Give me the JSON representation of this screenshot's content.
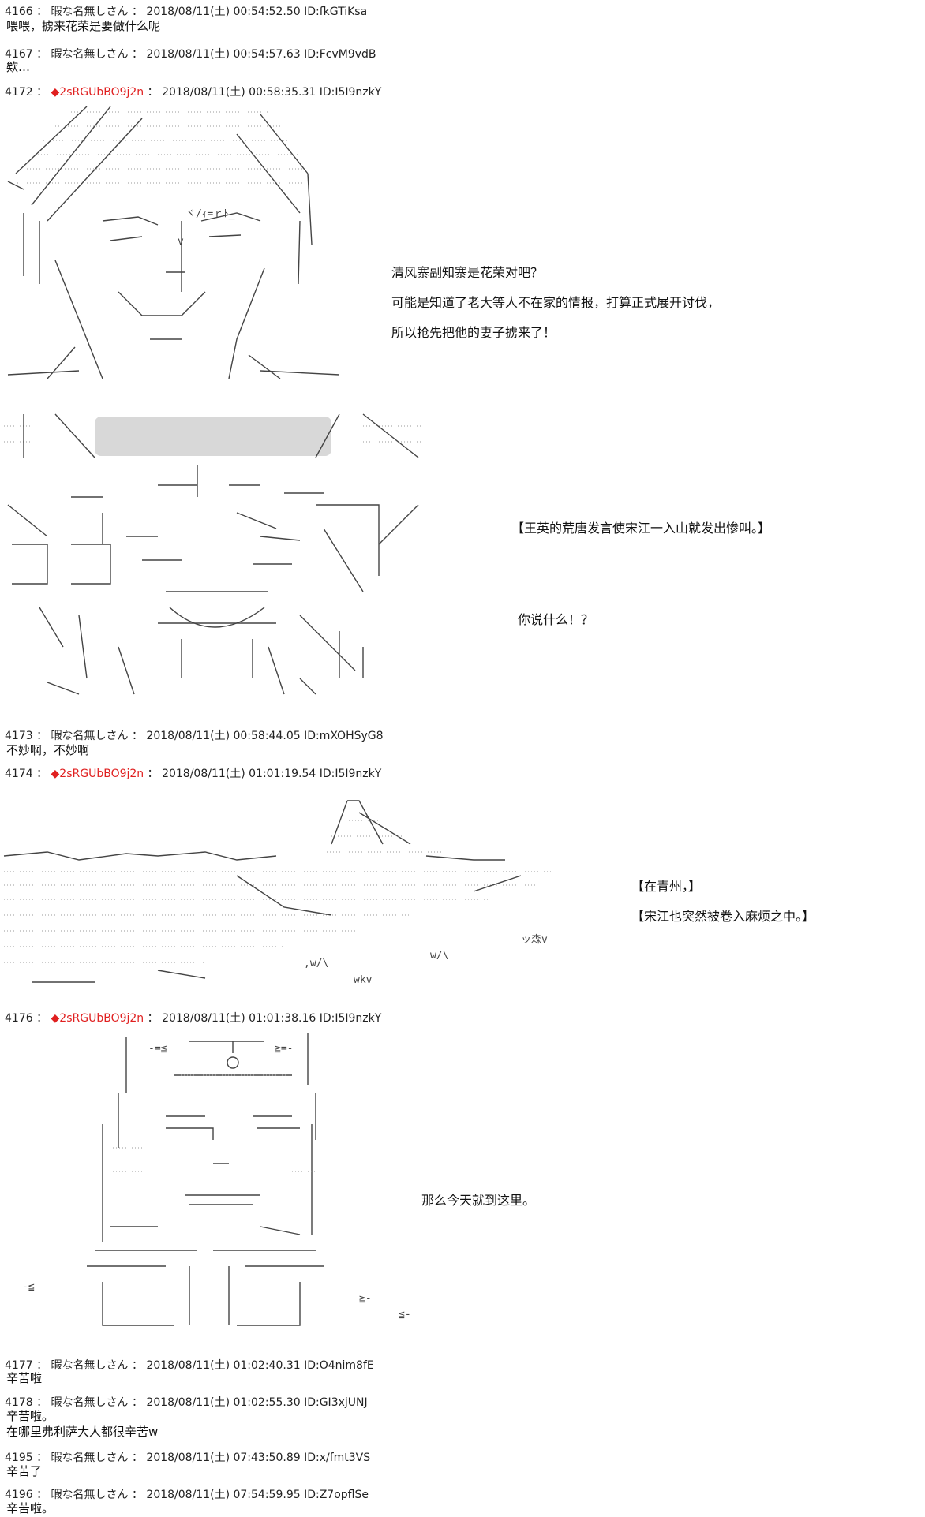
{
  "posts": [
    {
      "header": "4166 ： 暇な名無しさん ： 2018/08/11(土) 00:54:52.50 ID:fkGTiKsa",
      "lines": [
        "喂喂，掳来花荣是要做什么呢"
      ]
    },
    {
      "header": "4167 ： 暇な名無しさん ： 2018/08/11(土) 00:54:57.63 ID:FcvM9vdB",
      "lines": [
        "欸…"
      ]
    },
    {
      "header_pre": "4172 ： ",
      "trip": "◆2sRGUbBO9j2n",
      "header_post": " ： 2018/08/11(土) 00:58:35.31 ID:I5I9nzkY"
    },
    {
      "header": "4173 ： 暇な名無しさん ： 2018/08/11(土) 00:58:44.05 ID:mXOHSyG8",
      "lines": [
        "不妙啊，不妙啊"
      ]
    },
    {
      "header_pre": "4174 ： ",
      "trip": "◆2sRGUbBO9j2n",
      "header_post": " ： 2018/08/11(土) 01:01:19.54 ID:I5I9nzkY"
    },
    {
      "header_pre": "4176 ： ",
      "trip": "◆2sRGUbBO9j2n",
      "header_post": " ： 2018/08/11(土) 01:01:38.16 ID:I5I9nzkY"
    },
    {
      "header": "4177 ： 暇な名無しさん ： 2018/08/11(土) 01:02:40.31 ID:O4nim8fE",
      "lines": [
        "辛苦啦"
      ]
    },
    {
      "header": "4178 ： 暇な名無しさん ： 2018/08/11(土) 01:02:55.30 ID:GI3xjUNJ",
      "lines": [
        "辛苦啦。",
        "在哪里弗利萨大人都很辛苦w"
      ]
    },
    {
      "header": "4195 ： 暇な名無しさん ： 2018/08/11(土) 07:43:50.89 ID:x/fmt3VS",
      "lines": [
        "辛苦了"
      ]
    },
    {
      "header": "4196 ： 暇な名無しさん ： 2018/08/11(土) 07:54:59.95 ID:Z7opflSe",
      "lines": [
        "辛苦啦。"
      ]
    }
  ],
  "dialogs": {
    "a1": "清风寨副知寨是花荣对吧？",
    "a2": "可能是知道了老大等人不在家的情报，打算正式展开讨伐，",
    "a3": "所以抢先把他的妻子掳来了！",
    "b1": "【王英的荒唐发言使宋江一入山就发出惨叫。】",
    "b2": "你说什么！？",
    "c1": "【在青州，】",
    "c2": "【宋江也突然被卷入麻烦之中。】",
    "d1": "那么今天就到这里。"
  },
  "aa_text": {
    "ok": "ヾ/ｨ=ｒﾄ_",
    "v": "v",
    "sound1": "ッ森v",
    "wkv": "wkv",
    "w1": ",w/\\",
    "w2": "w/\\",
    "ge1": "-=≦",
    "ge2": "≧=-",
    "ge3": "≧-",
    "ge4": "≦-",
    "ge5": "-≦"
  }
}
